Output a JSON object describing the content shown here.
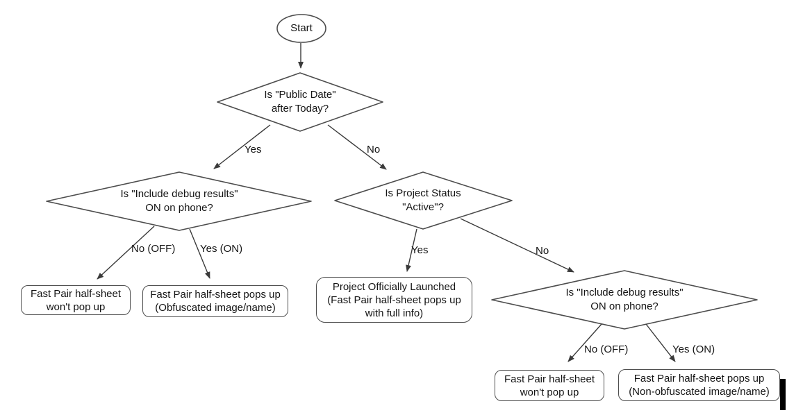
{
  "nodes": {
    "start": {
      "label": "Start"
    },
    "public_date": {
      "label": "Is \"Public Date\"\nafter Today?"
    },
    "debug_left": {
      "label": "Is \"Include debug results\"\nON on phone?"
    },
    "project_status": {
      "label": "Is Project Status\n\"Active\"?"
    },
    "debug_right": {
      "label": "Is \"Include debug results\"\nON on phone?"
    },
    "no_popup_left": {
      "label": "Fast Pair half-sheet\nwon't pop up"
    },
    "obfuscated": {
      "label": "Fast Pair half-sheet pops up\n(Obfuscated image/name)"
    },
    "launched": {
      "label": "Project Officially Launched\n(Fast Pair half-sheet pops up\nwith full info)"
    },
    "no_popup_right": {
      "label": "Fast Pair half-sheet\nwon't pop up"
    },
    "non_obfuscated": {
      "label": "Fast Pair half-sheet pops up\n(Non-obfuscated image/name)"
    }
  },
  "edge_labels": {
    "public_yes": "Yes",
    "public_no": "No",
    "debug_left_no": "No (OFF)",
    "debug_left_yes": "Yes (ON)",
    "status_yes": "Yes",
    "status_no": "No",
    "debug_right_no": "No (OFF)",
    "debug_right_yes": "Yes (ON)"
  },
  "colors": {
    "shape_stroke": "#4d4d4d",
    "arrow": "#3a3a3a",
    "text": "#141414",
    "background": "#ffffff",
    "cursor": "#000000"
  }
}
